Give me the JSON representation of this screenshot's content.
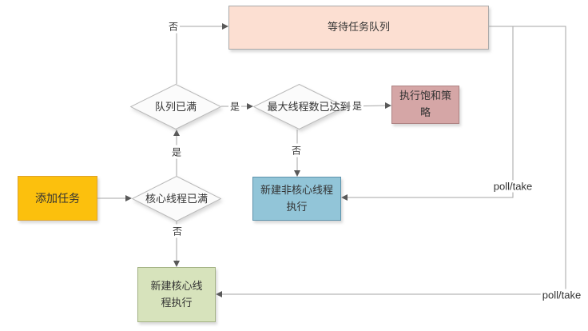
{
  "diagram": {
    "title_hint": "thread-pool task submission flowchart",
    "nodes": {
      "add_task": {
        "label": "添加任务",
        "fill": "#FCC00D",
        "border": "#DFA32B"
      },
      "core_full": {
        "label": "核心线程已满",
        "fill": "#FBFBFB",
        "border": "#B9B9B9"
      },
      "queue_full": {
        "label": "队列已满",
        "fill": "#FBFBFB",
        "border": "#B9B9B9"
      },
      "wait_queue": {
        "label": "等待任务队列",
        "fill": "#FCDFD2",
        "border": "#A9A9A9"
      },
      "max_threads": {
        "label": "最大线程数已达到",
        "fill": "#FBFBFB",
        "border": "#B9B9B9"
      },
      "saturation": {
        "label": "执行饱和策略",
        "fill": "#D5A6A6",
        "border": "#AD8282"
      },
      "non_core": {
        "label": "新建非核心线程执行",
        "fill": "#92C5D8",
        "border": "#5E93AC"
      },
      "new_core": {
        "label": "新建核心线程执行",
        "fill": "#D7E3BC",
        "border": "#A3B284"
      }
    },
    "edge_labels": {
      "queue_full_no": "否",
      "queue_full_yes": "是",
      "core_full_yes": "是",
      "core_full_no": "否",
      "max_threads_yes": "是",
      "max_threads_no": "否",
      "poll_take_top": "poll/take",
      "poll_take_bottom": "poll/take"
    },
    "line_color": "#A6A6A6",
    "arrow_color": "#595959",
    "text_color": "#333333"
  }
}
